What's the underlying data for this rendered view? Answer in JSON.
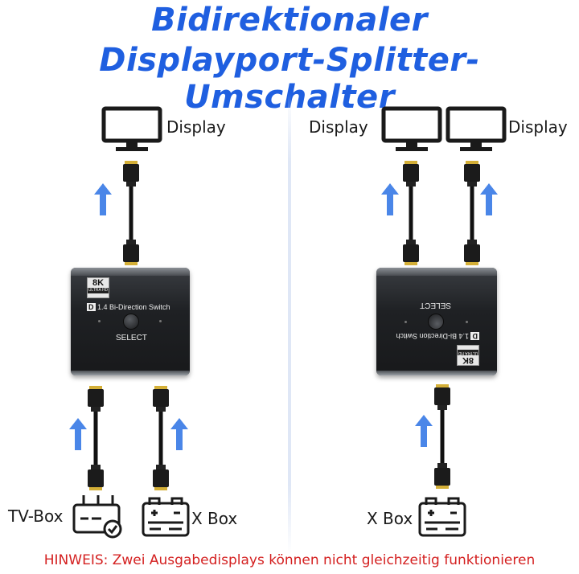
{
  "title": {
    "line1": "Bidirektionaler",
    "line2": "Displayport-Splitter-Umschalter"
  },
  "left": {
    "display_label": "Display",
    "device": {
      "badge_main": "8K",
      "badge_sub": "ULTRA HD",
      "logo": "D",
      "model": "1.4 Bi-Direction Switch",
      "select_label": "SELECT"
    },
    "source1_label": "TV-Box",
    "source2_label": "X Box"
  },
  "right": {
    "display1_label": "Display",
    "display2_label": "Display",
    "device": {
      "badge_main": "8K",
      "badge_sub": "ULTRA HD",
      "logo": "D",
      "model": "1.4 Bi-Direction Switch",
      "select_label": "SELECT"
    },
    "source_label": "X Box"
  },
  "note": "HINWEIS: Zwei Ausgabedisplays können nicht gleichzeitig funktionieren",
  "icons": [
    "monitor-icon",
    "arrow-up-icon",
    "cable-icon",
    "router-icon",
    "game-console-icon"
  ],
  "colors": {
    "title": "#1f5fe0",
    "arrow": "#4a86e8",
    "note": "#d42020",
    "device": "#1f2124"
  }
}
